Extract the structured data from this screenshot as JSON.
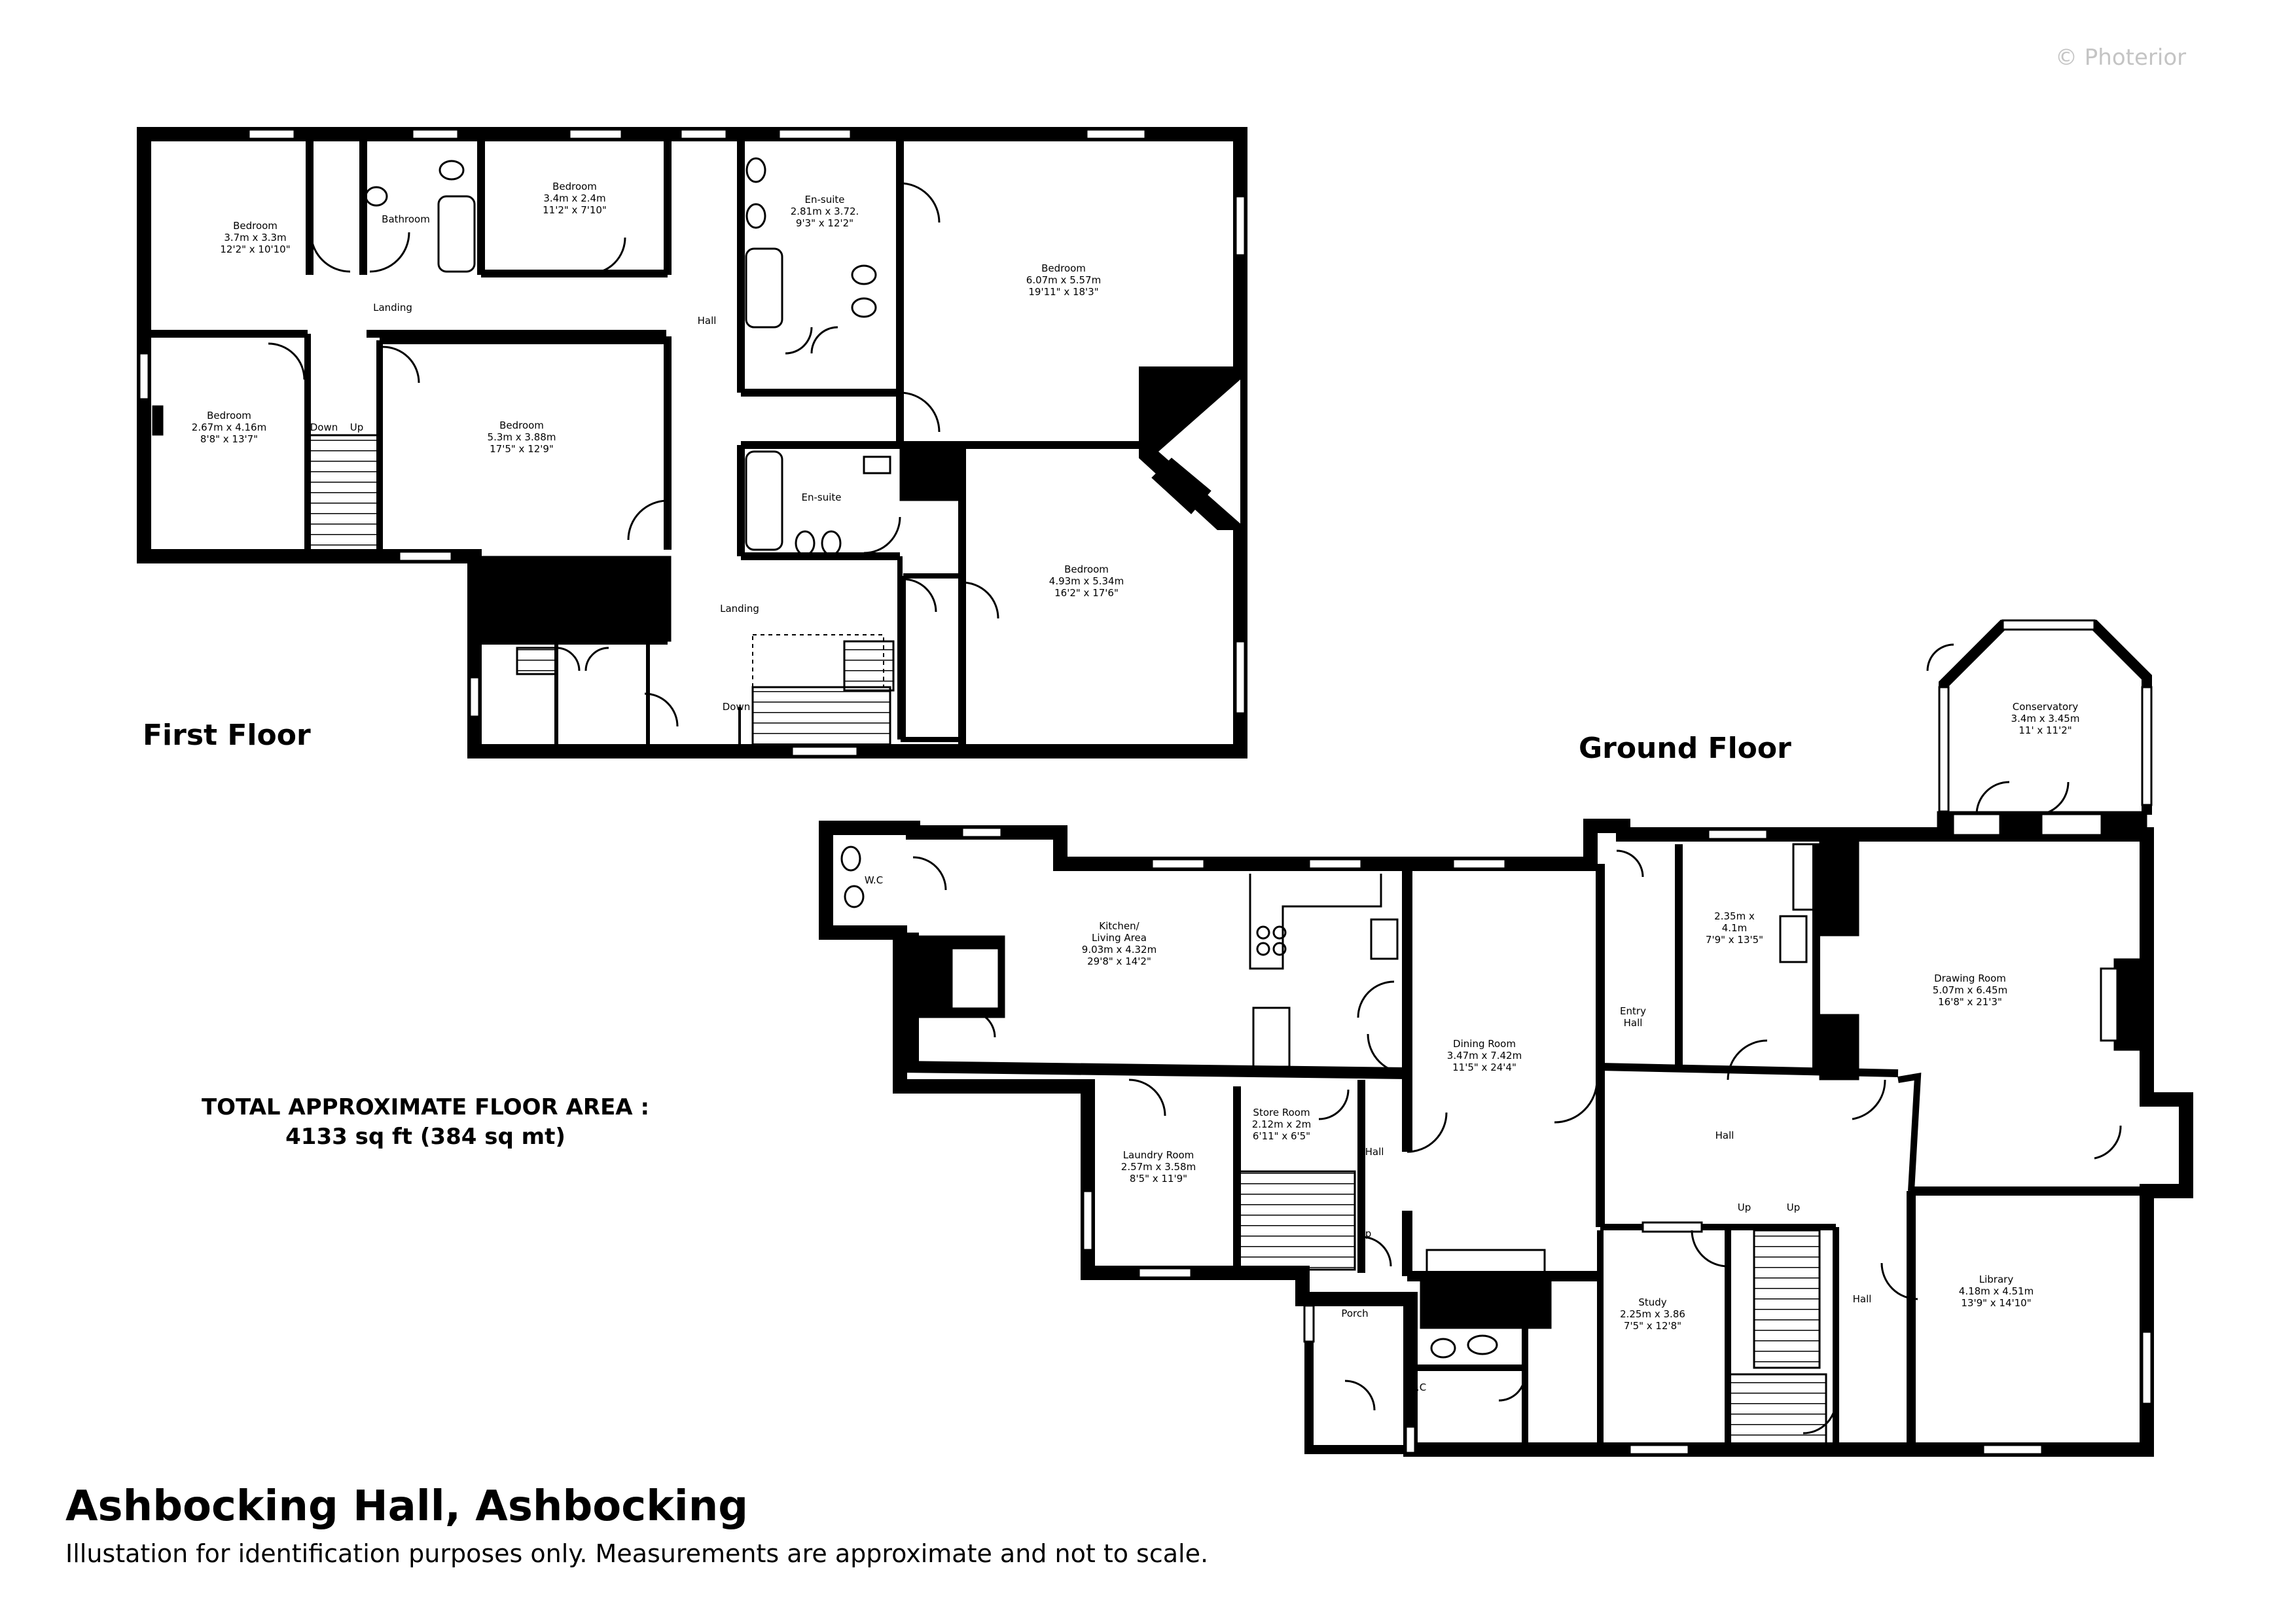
{
  "watermark": "© Photerior",
  "floors": {
    "first": {
      "label": "First Floor",
      "rooms": [
        {
          "id": "ff-bedroom-1",
          "name": "Bedroom",
          "metric": "3.7m x 3.3m",
          "imperial": "12'2\" x 10'10\""
        },
        {
          "id": "ff-bathroom",
          "name": "Bathroom",
          "metric": "",
          "imperial": ""
        },
        {
          "id": "ff-bedroom-2",
          "name": "Bedroom",
          "metric": "3.4m x 2.4m",
          "imperial": "11'2\" x 7'10\""
        },
        {
          "id": "ff-ensuite-1",
          "name": "En-suite",
          "metric": "2.81m x 3.72.",
          "imperial": "9'3\" x 12'2\""
        },
        {
          "id": "ff-bedroom-3",
          "name": "Bedroom",
          "metric": "6.07m x 5.57m",
          "imperial": "19'11\" x 18'3\""
        },
        {
          "id": "ff-landing-1",
          "name": "Landing",
          "metric": "",
          "imperial": ""
        },
        {
          "id": "ff-hall",
          "name": "Hall",
          "metric": "",
          "imperial": ""
        },
        {
          "id": "ff-bedroom-4",
          "name": "Bedroom",
          "metric": "2.67m x 4.16m",
          "imperial": "8'8\" x 13'7\""
        },
        {
          "id": "ff-bedroom-5",
          "name": "Bedroom",
          "metric": "5.3m x 3.88m",
          "imperial": "17'5\" x 12'9\""
        },
        {
          "id": "ff-ensuite-2",
          "name": "En-suite",
          "metric": "",
          "imperial": ""
        },
        {
          "id": "ff-bedroom-6",
          "name": "Bedroom",
          "metric": "4.93m x 5.34m",
          "imperial": "16'2\" x 17'6\""
        },
        {
          "id": "ff-landing-2",
          "name": "Landing",
          "metric": "",
          "imperial": ""
        }
      ],
      "stair_labels": [
        "Down",
        "Up",
        "Down"
      ]
    },
    "ground": {
      "label": "Ground Floor",
      "rooms": [
        {
          "id": "gf-wc-1",
          "name": "W.C",
          "metric": "",
          "imperial": ""
        },
        {
          "id": "gf-kitchen",
          "name": "Kitchen/\nLiving Area",
          "metric": "9.03m x 4.32m",
          "imperial": "29'8\" x 14'2\""
        },
        {
          "id": "gf-dining",
          "name": "Dining Room",
          "metric": "3.47m x 7.42m",
          "imperial": "11'5\" x 24'4\""
        },
        {
          "id": "gf-entry-hall",
          "name": "Entry\nHall",
          "metric": "",
          "imperial": ""
        },
        {
          "id": "gf-room-unnamed",
          "name": "",
          "metric": "2.35m x\n4.1m",
          "imperial": "7'9\" x 13'5\""
        },
        {
          "id": "gf-conservatory",
          "name": "Conservatory",
          "metric": "3.4m x 3.45m",
          "imperial": "11' x 11'2\""
        },
        {
          "id": "gf-drawing",
          "name": "Drawing Room",
          "metric": "5.07m x 6.45m",
          "imperial": "16'8\" x 21'3\""
        },
        {
          "id": "gf-laundry",
          "name": "Laundry Room",
          "metric": "2.57m x 3.58m",
          "imperial": "8'5\" x 11'9\""
        },
        {
          "id": "gf-store",
          "name": "Store Room",
          "metric": "2.12m x 2m",
          "imperial": "6'11\" x 6'5\""
        },
        {
          "id": "gf-hall-small",
          "name": "Hall",
          "metric": "",
          "imperial": ""
        },
        {
          "id": "gf-hall-main",
          "name": "Hall",
          "metric": "",
          "imperial": ""
        },
        {
          "id": "gf-porch",
          "name": "Porch",
          "metric": "",
          "imperial": ""
        },
        {
          "id": "gf-wc-2",
          "name": "W.C",
          "metric": "",
          "imperial": ""
        },
        {
          "id": "gf-study",
          "name": "Study",
          "metric": "2.25m x 3.86",
          "imperial": "7'5\" x 12'8\""
        },
        {
          "id": "gf-hall-east",
          "name": "Hall",
          "metric": "",
          "imperial": ""
        },
        {
          "id": "gf-library",
          "name": "Library",
          "metric": "4.18m x 4.51m",
          "imperial": "13'9\" x 14'10\""
        }
      ],
      "stair_labels": [
        "Up",
        "Up",
        "Up"
      ]
    }
  },
  "total_area": {
    "heading": "TOTAL APPROXIMATE FLOOR AREA :",
    "value": "4133 sq ft (384 sq mt)"
  },
  "footer": {
    "title": "Ashbocking Hall, Ashbocking",
    "disclaimer": "Illustation for identification purposes only. Measurements are approximate and not to scale."
  }
}
